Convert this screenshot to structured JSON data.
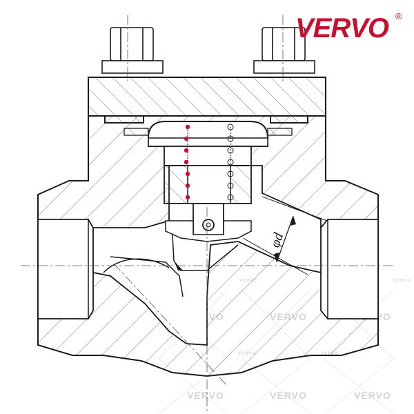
{
  "logo": {
    "text": "VERVO",
    "registered": "®",
    "color": "#c8102e"
  },
  "dimension": {
    "label": "φd"
  },
  "watermark": {
    "text": "VERVO",
    "color": "#cfcfcf"
  },
  "colors": {
    "line": "#1a1a1a",
    "hatch": "#4a4a4a",
    "marker": "#c8102e"
  }
}
